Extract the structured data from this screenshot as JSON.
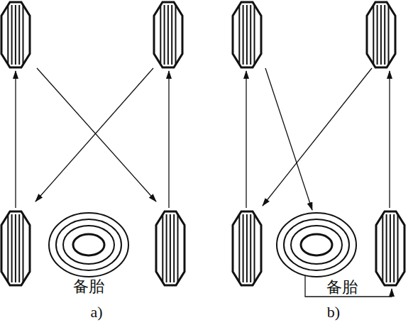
{
  "diagram": {
    "nodes": [
      {
        "text": [
          "备胎"
        ]
      },
      {
        "text": [
          "备胎"
        ]
      }
    ],
    "labels": [
      "a)",
      "b)"
    ]
  }
}
